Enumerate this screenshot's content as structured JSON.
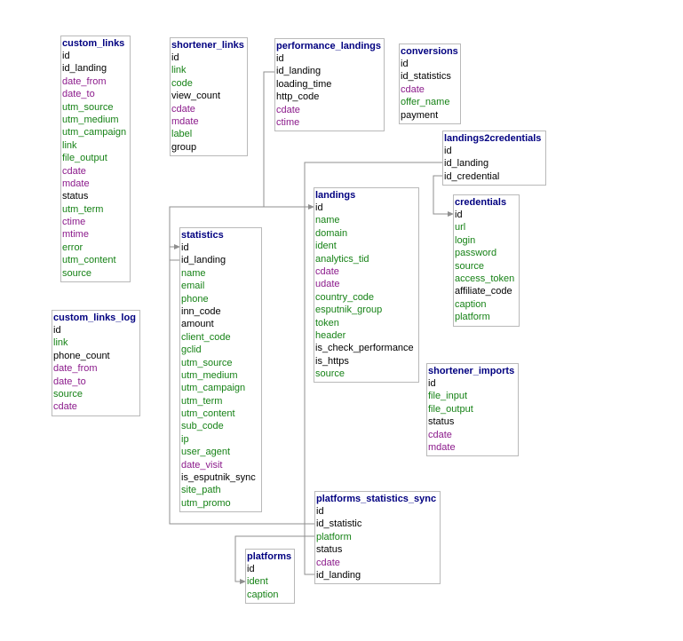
{
  "colors": {
    "title": "#000080",
    "plain": "#000000",
    "green": "#168216",
    "purple": "#8b1a8b",
    "border": "#b9b9b9",
    "connector": "#8f8f8f"
  },
  "tables": {
    "custom_links": {
      "name": "custom_links",
      "fields": [
        {
          "name": "id",
          "color": "black"
        },
        {
          "name": "id_landing",
          "color": "black"
        },
        {
          "name": "date_from",
          "color": "purple"
        },
        {
          "name": "date_to",
          "color": "purple"
        },
        {
          "name": "utm_source",
          "color": "green"
        },
        {
          "name": "utm_medium",
          "color": "green"
        },
        {
          "name": "utm_campaign",
          "color": "green"
        },
        {
          "name": "link",
          "color": "green"
        },
        {
          "name": "file_output",
          "color": "green"
        },
        {
          "name": "cdate",
          "color": "purple"
        },
        {
          "name": "mdate",
          "color": "purple"
        },
        {
          "name": "status",
          "color": "black"
        },
        {
          "name": "utm_term",
          "color": "green"
        },
        {
          "name": "ctime",
          "color": "purple"
        },
        {
          "name": "mtime",
          "color": "purple"
        },
        {
          "name": "error",
          "color": "green"
        },
        {
          "name": "utm_content",
          "color": "green"
        },
        {
          "name": "source",
          "color": "green"
        }
      ]
    },
    "shortener_links": {
      "name": "shortener_links",
      "fields": [
        {
          "name": "id",
          "color": "black"
        },
        {
          "name": "link",
          "color": "green"
        },
        {
          "name": "code",
          "color": "green"
        },
        {
          "name": "view_count",
          "color": "black"
        },
        {
          "name": "cdate",
          "color": "purple"
        },
        {
          "name": "mdate",
          "color": "purple"
        },
        {
          "name": "label",
          "color": "green"
        },
        {
          "name": "group",
          "color": "black"
        }
      ]
    },
    "performance_landings": {
      "name": "performance_landings",
      "fields": [
        {
          "name": "id",
          "color": "black"
        },
        {
          "name": "id_landing",
          "color": "black"
        },
        {
          "name": "loading_time",
          "color": "black"
        },
        {
          "name": "http_code",
          "color": "black"
        },
        {
          "name": "cdate",
          "color": "purple"
        },
        {
          "name": "ctime",
          "color": "purple"
        }
      ]
    },
    "conversions": {
      "name": "conversions",
      "fields": [
        {
          "name": "id",
          "color": "black"
        },
        {
          "name": "id_statistics",
          "color": "black"
        },
        {
          "name": "cdate",
          "color": "purple"
        },
        {
          "name": "offer_name",
          "color": "green"
        },
        {
          "name": "payment",
          "color": "black"
        }
      ]
    },
    "landings2credentials": {
      "name": "landings2credentials",
      "fields": [
        {
          "name": "id",
          "color": "black"
        },
        {
          "name": "id_landing",
          "color": "black"
        },
        {
          "name": "id_credential",
          "color": "black"
        }
      ]
    },
    "credentials": {
      "name": "credentials",
      "fields": [
        {
          "name": "id",
          "color": "black"
        },
        {
          "name": "url",
          "color": "green"
        },
        {
          "name": "login",
          "color": "green"
        },
        {
          "name": "password",
          "color": "green"
        },
        {
          "name": "source",
          "color": "green"
        },
        {
          "name": "access_token",
          "color": "green"
        },
        {
          "name": "affiliate_code",
          "color": "black"
        },
        {
          "name": "caption",
          "color": "green"
        },
        {
          "name": "platform",
          "color": "green"
        }
      ]
    },
    "landings": {
      "name": "landings",
      "fields": [
        {
          "name": "id",
          "color": "black"
        },
        {
          "name": "name",
          "color": "green"
        },
        {
          "name": "domain",
          "color": "green"
        },
        {
          "name": "ident",
          "color": "green"
        },
        {
          "name": "analytics_tid",
          "color": "green"
        },
        {
          "name": "cdate",
          "color": "purple"
        },
        {
          "name": "udate",
          "color": "purple"
        },
        {
          "name": "country_code",
          "color": "green"
        },
        {
          "name": "esputnik_group",
          "color": "green"
        },
        {
          "name": "token",
          "color": "green"
        },
        {
          "name": "header",
          "color": "green"
        },
        {
          "name": "is_check_performance",
          "color": "black"
        },
        {
          "name": "is_https",
          "color": "black"
        },
        {
          "name": "source",
          "color": "green"
        }
      ]
    },
    "statistics": {
      "name": "statistics",
      "fields": [
        {
          "name": "id",
          "color": "black"
        },
        {
          "name": "id_landing",
          "color": "black"
        },
        {
          "name": "name",
          "color": "green"
        },
        {
          "name": "email",
          "color": "green"
        },
        {
          "name": "phone",
          "color": "green"
        },
        {
          "name": "inn_code",
          "color": "black"
        },
        {
          "name": "amount",
          "color": "black"
        },
        {
          "name": "client_code",
          "color": "green"
        },
        {
          "name": "gclid",
          "color": "green"
        },
        {
          "name": "utm_source",
          "color": "green"
        },
        {
          "name": "utm_medium",
          "color": "green"
        },
        {
          "name": "utm_campaign",
          "color": "green"
        },
        {
          "name": "utm_term",
          "color": "green"
        },
        {
          "name": "utm_content",
          "color": "green"
        },
        {
          "name": "sub_code",
          "color": "green"
        },
        {
          "name": "ip",
          "color": "green"
        },
        {
          "name": "user_agent",
          "color": "green"
        },
        {
          "name": "date_visit",
          "color": "purple"
        },
        {
          "name": "is_esputnik_sync",
          "color": "black"
        },
        {
          "name": "site_path",
          "color": "green"
        },
        {
          "name": "utm_promo",
          "color": "green"
        }
      ]
    },
    "custom_links_log": {
      "name": "custom_links_log",
      "fields": [
        {
          "name": "id",
          "color": "black"
        },
        {
          "name": "link",
          "color": "green"
        },
        {
          "name": "phone_count",
          "color": "black"
        },
        {
          "name": "date_from",
          "color": "purple"
        },
        {
          "name": "date_to",
          "color": "purple"
        },
        {
          "name": "source",
          "color": "green"
        },
        {
          "name": "cdate",
          "color": "purple"
        }
      ]
    },
    "shortener_imports": {
      "name": "shortener_imports",
      "fields": [
        {
          "name": "id",
          "color": "black"
        },
        {
          "name": "file_input",
          "color": "green"
        },
        {
          "name": "file_output",
          "color": "green"
        },
        {
          "name": "status",
          "color": "black"
        },
        {
          "name": "cdate",
          "color": "purple"
        },
        {
          "name": "mdate",
          "color": "purple"
        }
      ]
    },
    "platforms_statistics_sync": {
      "name": "platforms_statistics_sync",
      "fields": [
        {
          "name": "id",
          "color": "black"
        },
        {
          "name": "id_statistic",
          "color": "black"
        },
        {
          "name": "platform",
          "color": "green"
        },
        {
          "name": "status",
          "color": "black"
        },
        {
          "name": "cdate",
          "color": "purple"
        },
        {
          "name": "id_landing",
          "color": "black"
        }
      ]
    },
    "platforms": {
      "name": "platforms",
      "fields": [
        {
          "name": "id",
          "color": "black"
        },
        {
          "name": "ident",
          "color": "green"
        },
        {
          "name": "caption",
          "color": "green"
        }
      ]
    }
  }
}
